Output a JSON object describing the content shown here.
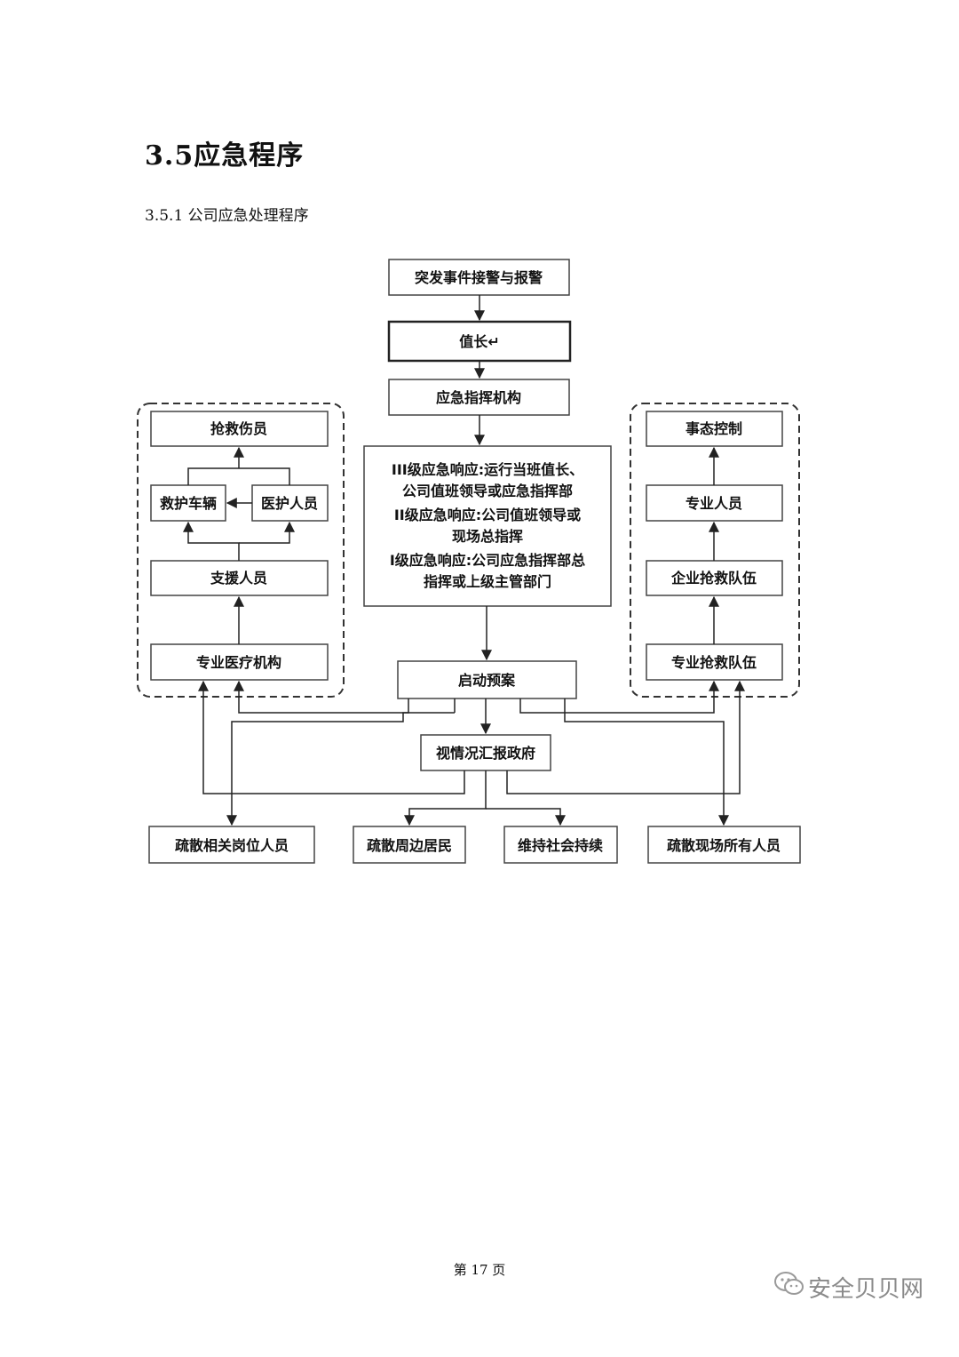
{
  "section_title": "3.5应急程序",
  "subsection_title": "3.5.1  公司应急处理程序",
  "flowchart": {
    "top_box": "突发事件接警与报警",
    "duty_chief": "值长↵",
    "command_org": "应急指挥机构",
    "response_lines": [
      "III级应急响应:运行当班值长、",
      "公司值班领导或应急指挥部",
      "II级应急响应:公司值班领导或",
      "现场总指挥",
      "I级应急响应:公司应急指挥部总",
      "指挥或上级主管部门"
    ],
    "start_plan": "启动预案",
    "report_gov": "视情况汇报政府",
    "left_group": {
      "rescue_injured": "抢救伤员",
      "ambulance": "救护车辆",
      "medical_staff": "医护人员",
      "support_staff": "支援人员",
      "medical_institution": "专业医疗机构"
    },
    "right_group": {
      "situation_control": "事态控制",
      "professionals": "专业人员",
      "enterprise_team": "企业抢救队伍",
      "professional_team": "专业抢救队伍"
    },
    "bottom_boxes": [
      "疏散相关岗位人员",
      "疏散周边居民",
      "维持社会持续",
      "疏散现场所有人员"
    ]
  },
  "footer": "第 17 页",
  "watermark": "安全贝贝网"
}
